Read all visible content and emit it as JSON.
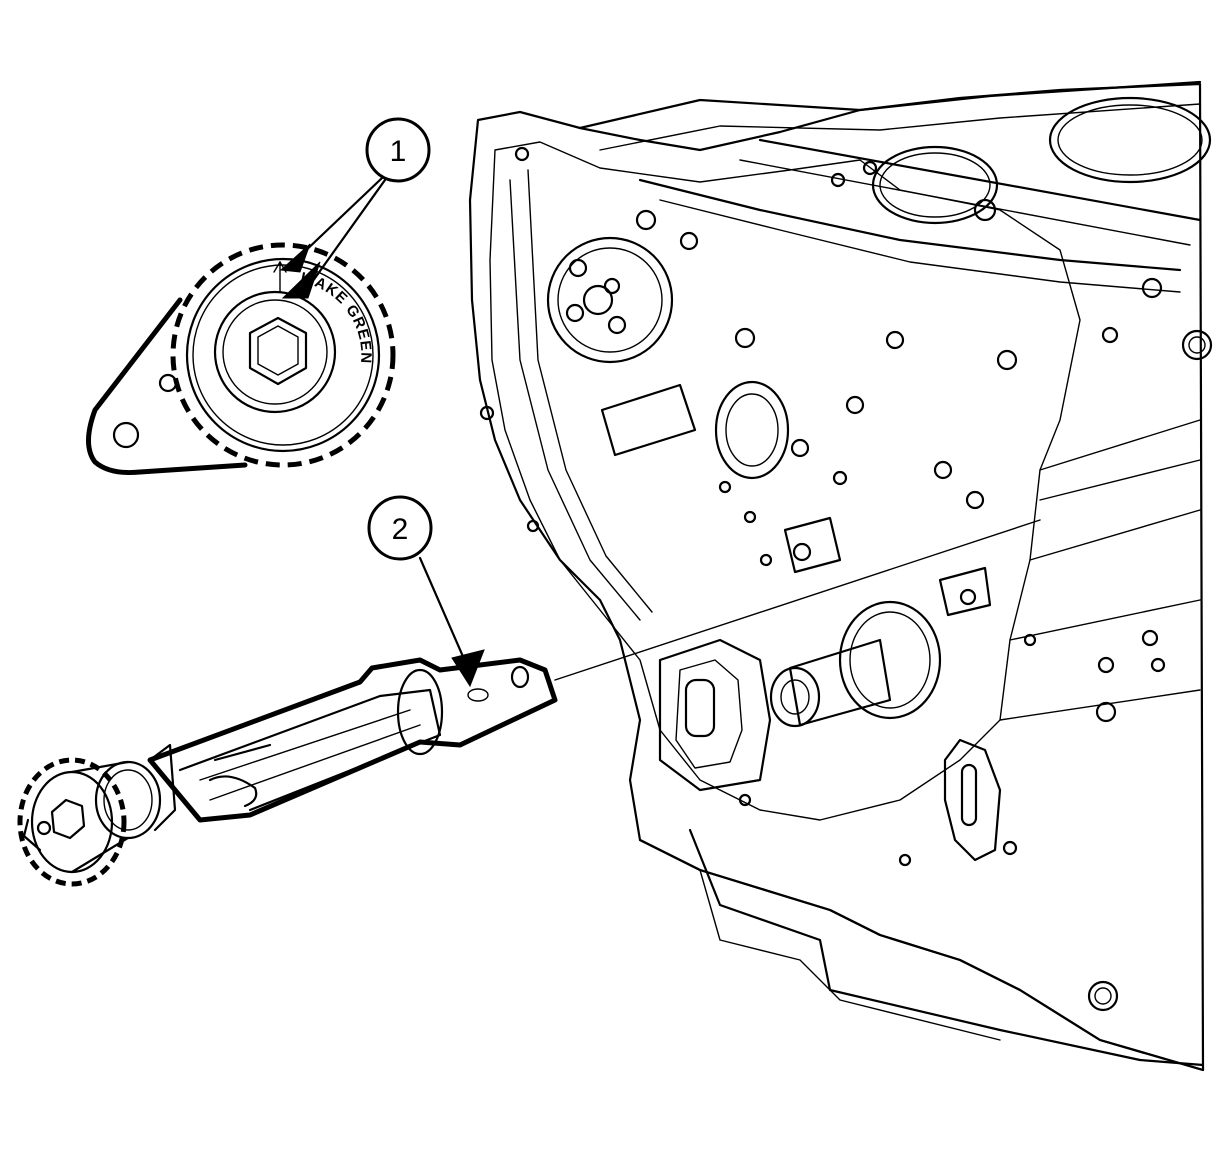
{
  "callouts": [
    {
      "id": "1",
      "label": "1"
    },
    {
      "id": "2",
      "label": "2"
    }
  ],
  "sprocket_marking": "ITAKE GREEN",
  "colors": {
    "ink": "#000000",
    "paper": "#ffffff"
  }
}
